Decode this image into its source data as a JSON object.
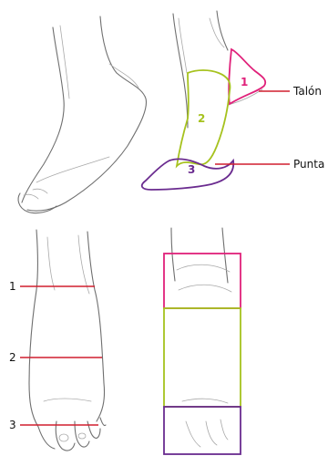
{
  "colors": {
    "heel": "#e0217a",
    "middle": "#a6c21e",
    "toe": "#6a2b8f",
    "line": "#d01f2f",
    "pencil": "#6f6f6f"
  },
  "side_view": {
    "region_numbers": [
      "1",
      "2",
      "3"
    ],
    "callouts": [
      "Talón",
      "Punta"
    ]
  },
  "front_view": {
    "callout_numbers": [
      "1",
      "2",
      "3"
    ]
  }
}
